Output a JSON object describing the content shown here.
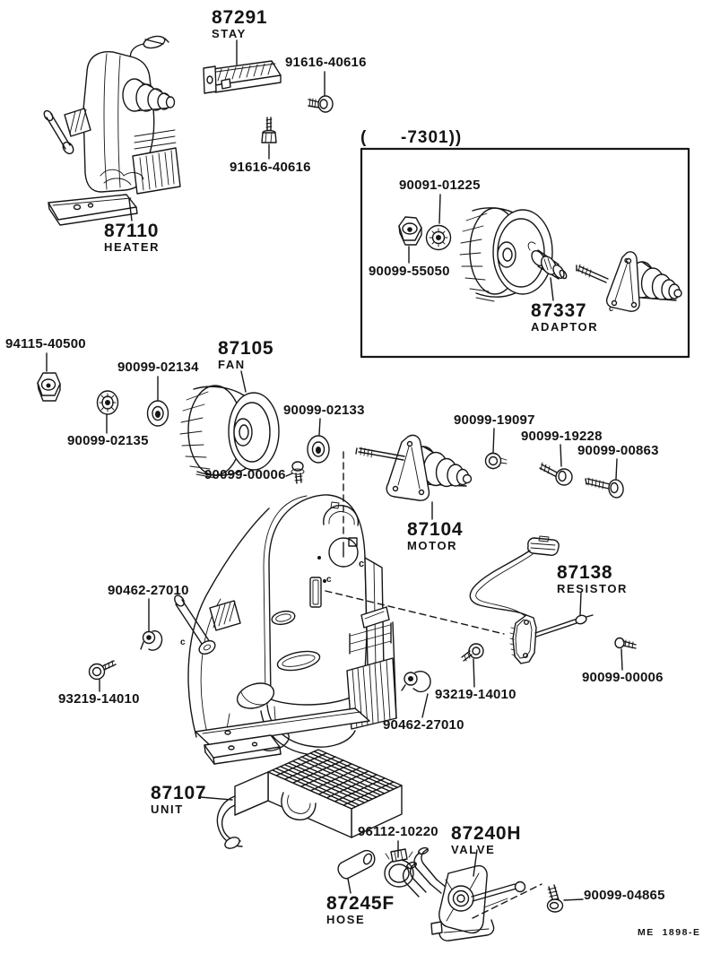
{
  "sheet": {
    "variant_note": "(      -7301))",
    "code_stamp": "ME  1898-E"
  },
  "colors": {
    "ink": "#161616",
    "paper": "#ffffff"
  },
  "labels": [
    {
      "code": "87291",
      "name": "STAY"
    },
    {
      "code": "91616-40616",
      "name": ""
    },
    {
      "code": "91616-40616",
      "name": ""
    },
    {
      "code": "87110",
      "name": "HEATER"
    },
    {
      "code": "90091-01225",
      "name": ""
    },
    {
      "code": "90099-55050",
      "name": ""
    },
    {
      "code": "87337",
      "name": "ADAPTOR"
    },
    {
      "code": "94115-40500",
      "name": ""
    },
    {
      "code": "90099-02134",
      "name": ""
    },
    {
      "code": "87105",
      "name": "FAN"
    },
    {
      "code": "90099-02135",
      "name": ""
    },
    {
      "code": "90099-02133",
      "name": ""
    },
    {
      "code": "90099-00006",
      "name": ""
    },
    {
      "code": "90099-19097",
      "name": ""
    },
    {
      "code": "90099-19228",
      "name": ""
    },
    {
      "code": "90099-00863",
      "name": ""
    },
    {
      "code": "87104",
      "name": "MOTOR"
    },
    {
      "code": "87138",
      "name": "RESISTOR"
    },
    {
      "code": "90462-27010",
      "name": ""
    },
    {
      "code": "93219-14010",
      "name": ""
    },
    {
      "code": "93219-14010",
      "name": ""
    },
    {
      "code": "90099-00006",
      "name": ""
    },
    {
      "code": "90462-27010",
      "name": ""
    },
    {
      "code": "87107",
      "name": "UNIT"
    },
    {
      "code": "96112-10220",
      "name": ""
    },
    {
      "code": "87240H",
      "name": "VALVE"
    },
    {
      "code": "87245F",
      "name": "HOSE"
    },
    {
      "code": "90099-04865",
      "name": ""
    }
  ],
  "marks": [
    "c",
    "c",
    "c",
    "c",
    "c"
  ]
}
